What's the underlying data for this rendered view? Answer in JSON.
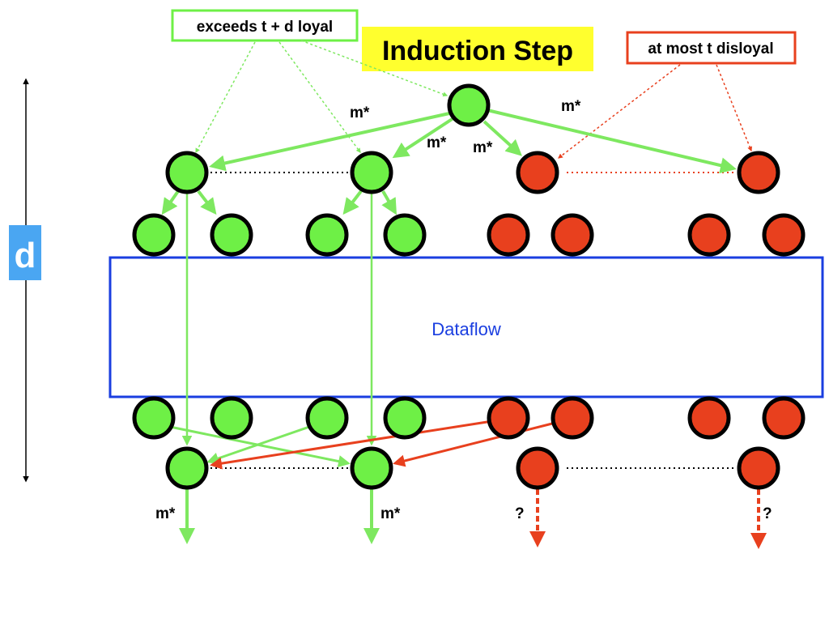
{
  "title": "Induction Step",
  "loyal_label": "exceeds t + d loyal",
  "disloyal_label": "at most t disloyal",
  "depth_label": "d",
  "box_label": "Dataflow",
  "msg_label": "m*",
  "unknown_label": "?",
  "colors": {
    "loyal": "#6ef046",
    "disloyal": "#e8401e",
    "loyal_arrow": "#7ee860",
    "disloyal_arrow": "#e8401e",
    "dataflow": "#1a3ee0",
    "title_bg": "#ffff2e",
    "d_badge": "#4aa6f2"
  }
}
